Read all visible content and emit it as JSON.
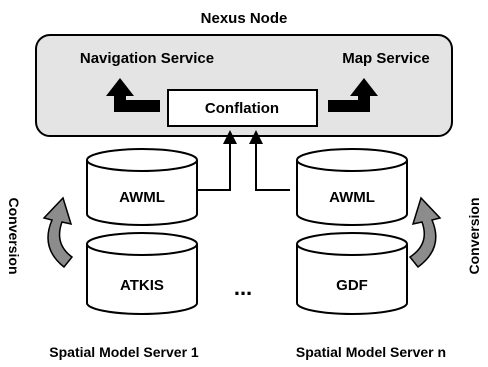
{
  "node": {
    "title": "Nexus Node",
    "navigation_service": "Navigation Service",
    "map_service": "Map Service",
    "conflation": "Conflation"
  },
  "servers": [
    {
      "upper_db": "AWML",
      "lower_db": "ATKIS",
      "conversion": "Conversion",
      "label": "Spatial Model Server 1"
    },
    {
      "upper_db": "AWML",
      "lower_db": "GDF",
      "conversion": "Conversion",
      "label": "Spatial Model Server n"
    }
  ],
  "ellipsis": "...",
  "colors": {
    "node_fill": "#e4e4e4",
    "conversion_arrow": "#8c8c8c",
    "stroke": "#000000",
    "background": "#ffffff"
  }
}
